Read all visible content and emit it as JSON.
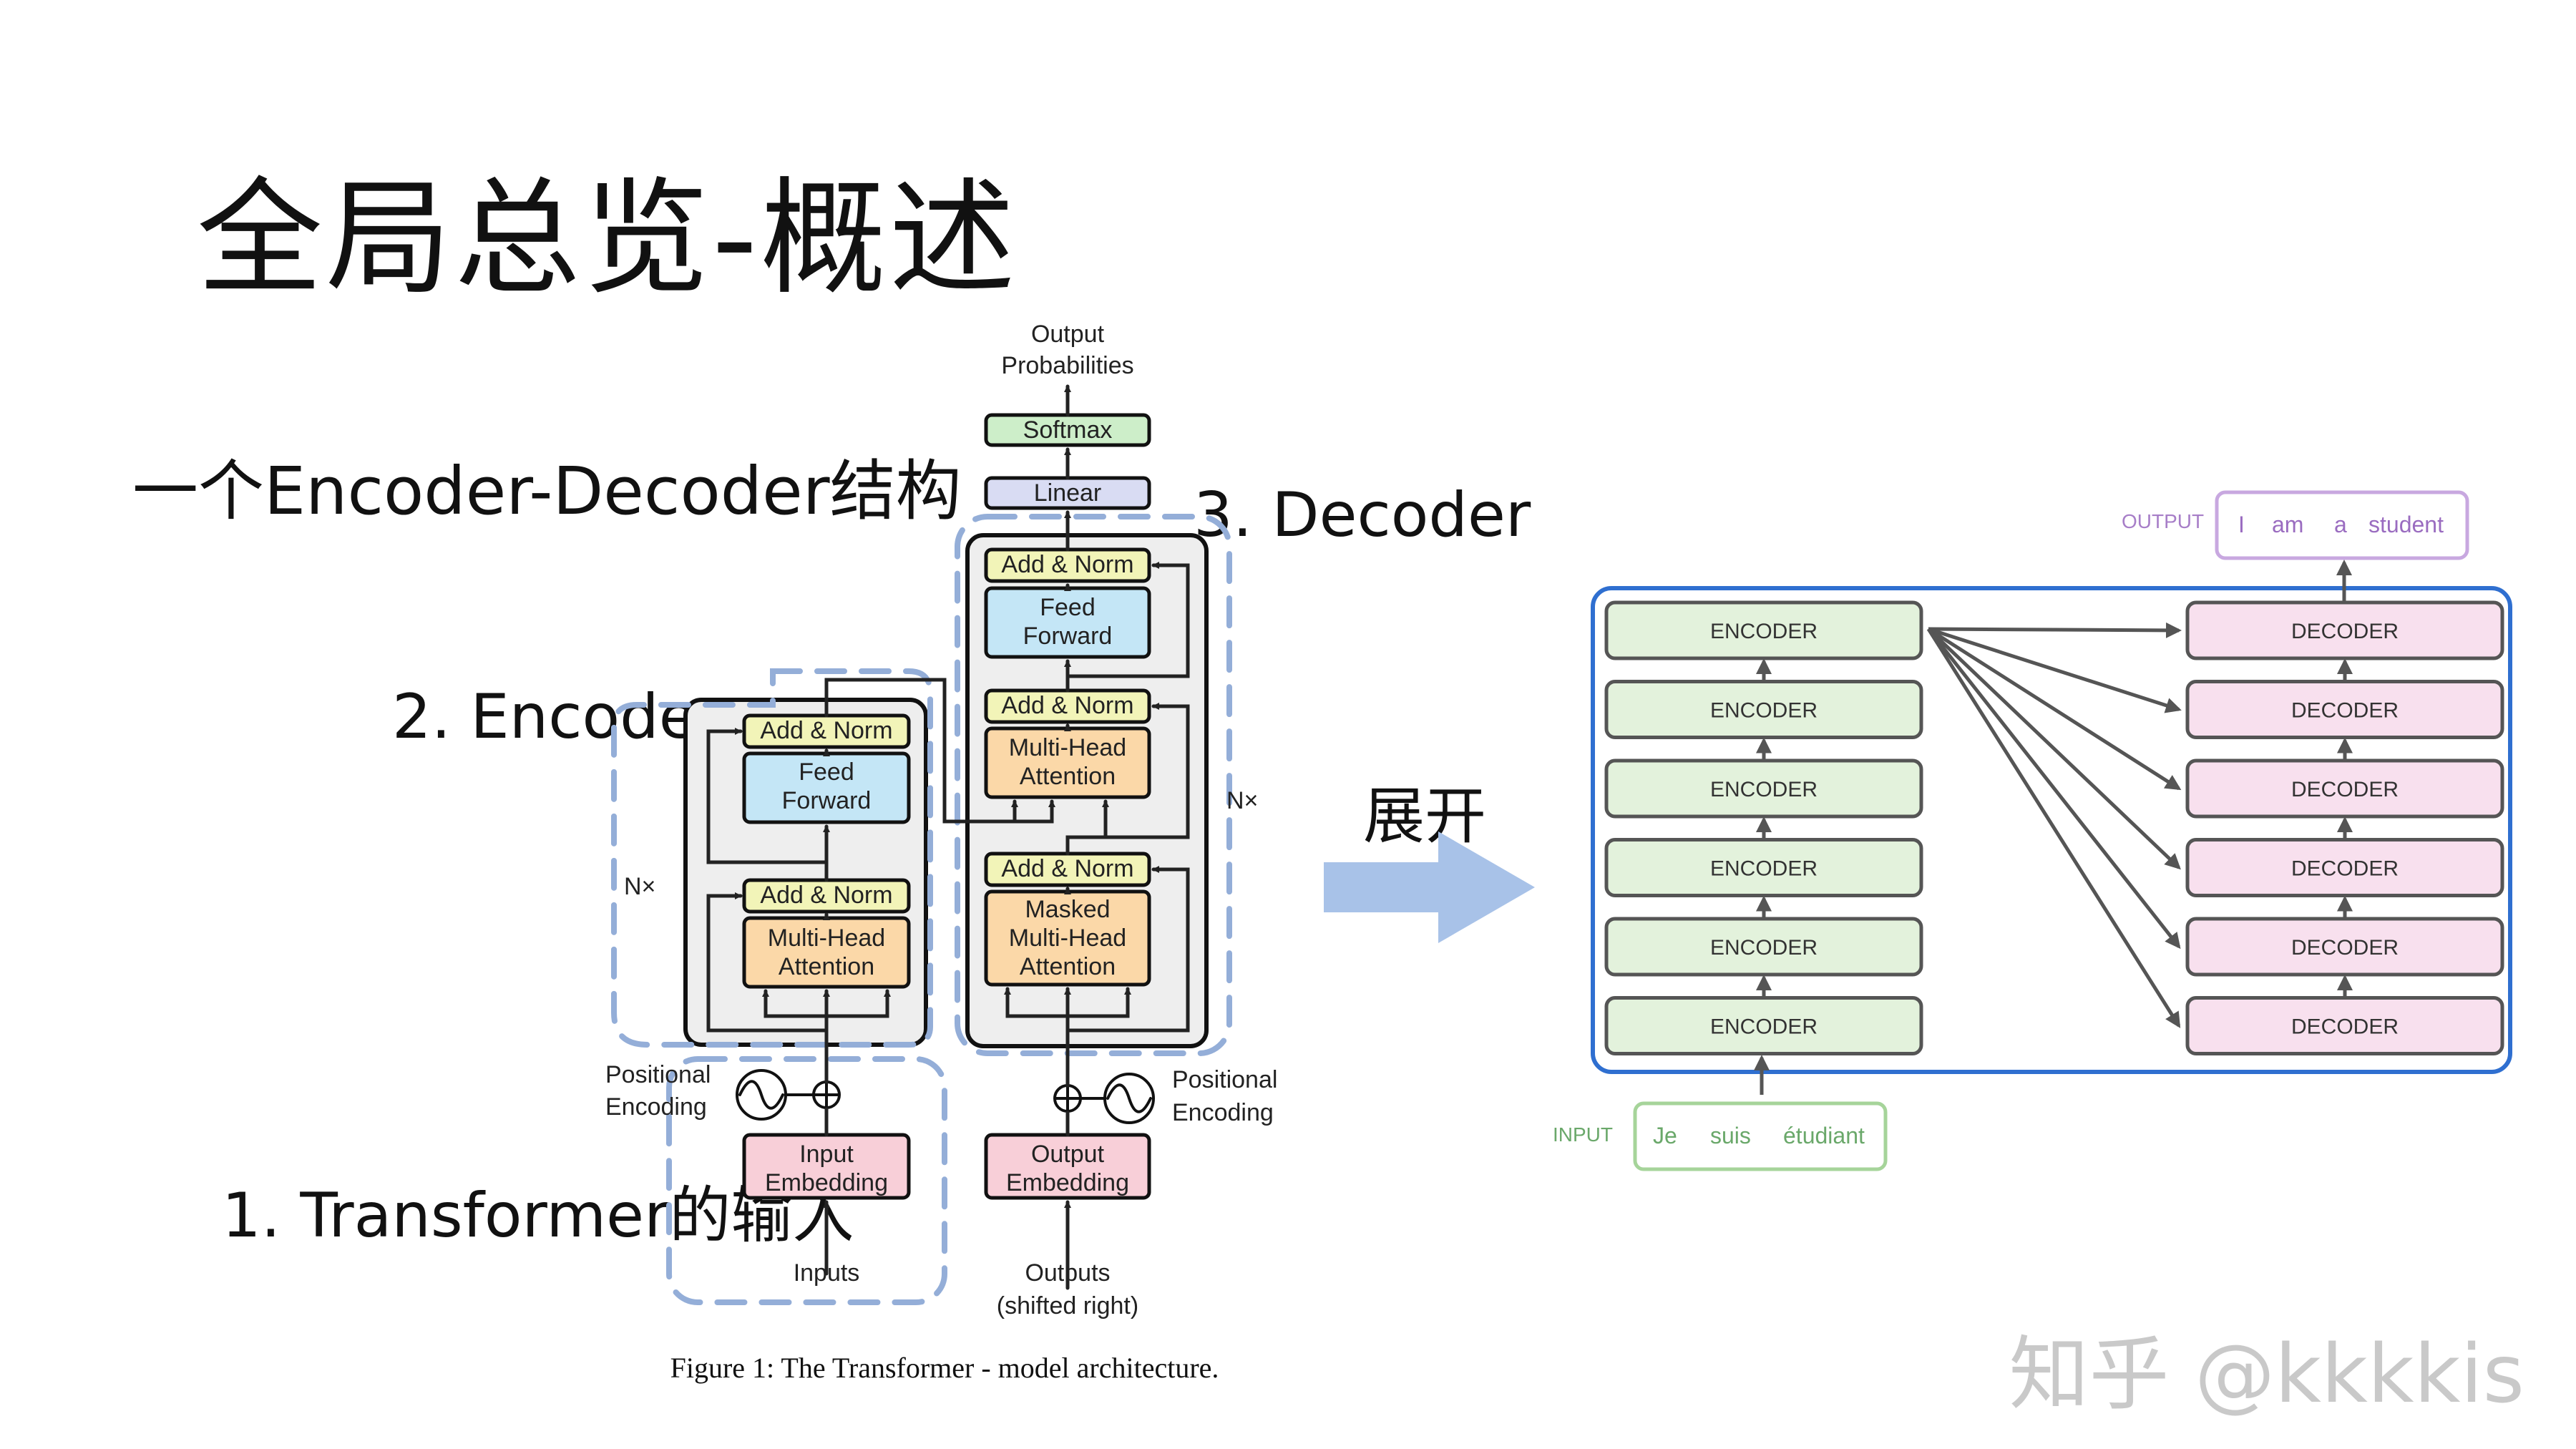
{
  "slide": {
    "title": "全局总览-概述",
    "subtitle": "一个Encoder-Decoder结构",
    "label_encoder": "2. Encoder",
    "label_decoder": "3. Decoder",
    "label_input": "1. Transformer的输入",
    "expand_label": "展开",
    "watermark": "知乎 @kkkkis"
  },
  "transformer": {
    "output_probabilities": [
      "Output",
      "Probabilities"
    ],
    "softmax": "Softmax",
    "linear": "Linear",
    "add_norm": "Add & Norm",
    "feed_forward": [
      "Feed",
      "Forward"
    ],
    "multi_head_attention": [
      "Multi-Head",
      "Attention"
    ],
    "masked_multi_head_attention": [
      "Masked",
      "Multi-Head",
      "Attention"
    ],
    "nx": "N×",
    "positional_encoding": [
      "Positional",
      "Encoding"
    ],
    "input_embedding": [
      "Input",
      "Embedding"
    ],
    "output_embedding": [
      "Output",
      "Embedding"
    ],
    "inputs": "Inputs",
    "outputs": [
      "Outputs",
      "(shifted right)"
    ],
    "caption": "Figure 1: The Transformer - model architecture."
  },
  "stack": {
    "output_label": "OUTPUT",
    "output_tokens": [
      "I",
      "am",
      "a",
      "student"
    ],
    "input_label": "INPUT",
    "input_tokens": [
      "Je",
      "suis",
      "étudiant"
    ],
    "encoder_label": "ENCODER",
    "decoder_label": "DECODER",
    "layers": 6
  },
  "colors": {
    "addnorm": "#f2f4b8",
    "feedforward": "#c4e6f6",
    "attention": "#fbd8a8",
    "embedding": "#f8cfd8",
    "softmax": "#cdeec9",
    "linear": "#d9dcf3",
    "encoder_fill": "#e3f2dc",
    "decoder_fill": "#f8e0ee",
    "blue_frame": "#2f6fd0",
    "dashed": "#94aed8",
    "arrow_fill": "#a8c2e8"
  }
}
